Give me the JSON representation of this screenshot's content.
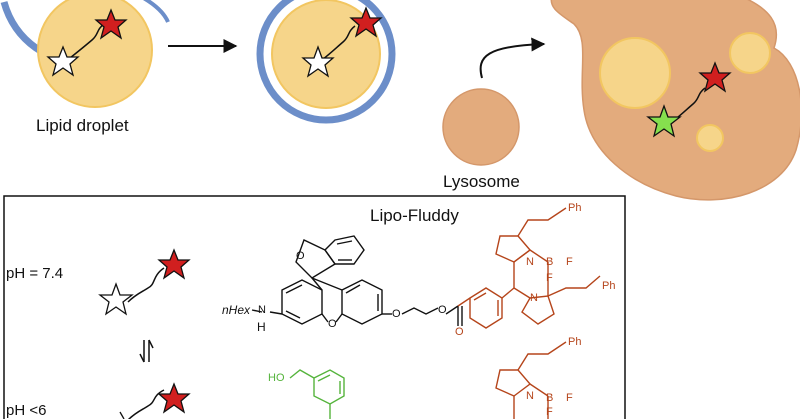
{
  "labels": {
    "lipid_droplet": "Lipid droplet",
    "lysosome": "Lysosome",
    "probe_name": "Lipo-Fluddy",
    "ph_neutral": "pH = 7.4",
    "ph_acidic": "pH <6",
    "nhex": "nHex",
    "nh": "H"
  },
  "atoms": {
    "O": "O",
    "N": "N",
    "B": "B",
    "F": "F",
    "Ph": "Ph",
    "HO": "HO",
    "equilibrium": "⇅"
  },
  "colors": {
    "droplet_fill": "#f6d58a",
    "droplet_stroke": "#f2c661",
    "membrane": "#6c8ec9",
    "lysosome": "#e3ab7d",
    "star_red": "#d11f1f",
    "star_green": "#86e04e",
    "bodipy_red": "#b5451b",
    "open_form_green": "#55b43c",
    "arrow": "#111111"
  }
}
